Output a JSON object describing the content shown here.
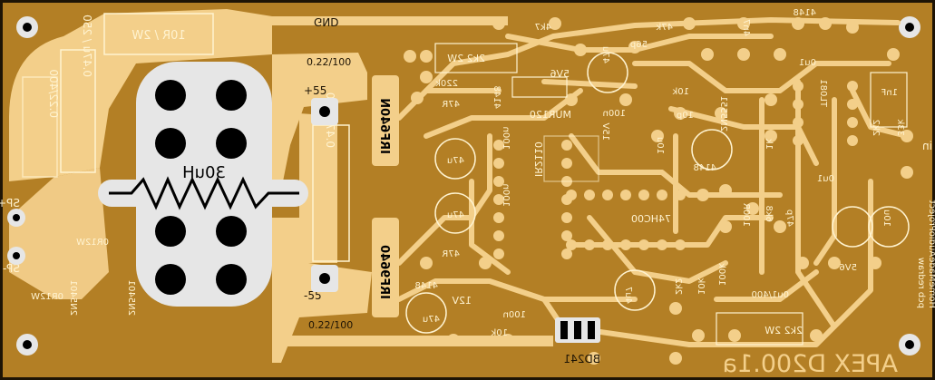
{
  "board": {
    "colors": {
      "substrate": "#b37f25",
      "trace": "#f3cf8a",
      "pad": "#ffffff",
      "hole": "#000000",
      "silk": "#fff3d0",
      "edge": "#1e1405"
    },
    "title": "APEX D200.1a",
    "credit": [
      "pcb redraw",
      "HomeMadeAudioProject"
    ],
    "silkscreen": {
      "resistor_top_left": "10R / 2W",
      "gnd": "GND",
      "cap_left_vertical": "0.22/400",
      "cap_left_vertical_2": "0.47u / 250",
      "inductor": "30uH",
      "cap_center_vertical": "0.47 / 250",
      "cap_top_center": "0.22/100",
      "cap_bottom_center": "0.22/100",
      "plus55": "+55",
      "minus55": "-55",
      "irf_top": "IRF640N",
      "irf_bottom": "IRF9640",
      "sp_plus": "SP+",
      "sp_minus": "SP-",
      "r_0r12_a": "0R12W",
      "r_0r12_b": "0R12W",
      "q_bottom_a": "2N5401",
      "q_bottom_b": "2N5401",
      "r_2k2_top": "2k2 2W",
      "r_220k": "220k",
      "r_4k7": "4k7",
      "r_47k": "47k",
      "d_4148_top": "4148",
      "c_56p": "56p",
      "z_5v6": "5V6",
      "c_47u_a": "47u",
      "r_10k": "10k",
      "r_47r_a": "47R",
      "d_4148_mid": "4148",
      "mur120": "MUR120",
      "c_100n_a": "100n",
      "c_100n_b": "100n",
      "c_100n_c": "100n",
      "c_47u_b": "47u",
      "c_47u_c": "47u",
      "c_47u_d": "47u",
      "ir2110": "IR2110",
      "c_10u": "10u",
      "z_15v": "15V",
      "c_10p": "10p",
      "ic_74hc00": "74HC00",
      "d_4148_low": "4148",
      "r_47r_b": "47R",
      "z_12v": "12V",
      "r_10k_b": "10k",
      "bd241": "BD241",
      "r_2k2_bottom": "2k2 2W",
      "c_0u1_400": "0u1/400",
      "z_5v6_b": "5V6",
      "q_2n5551": "2N5551",
      "r_1k": "1k",
      "c_0u1": "0u1",
      "c_4n7": "4n7",
      "c_1nf": "1nF",
      "tl081": "TL081",
      "r_2k2": "2k2",
      "r_33k": "33k",
      "in": "in",
      "r_6k8": "6k8",
      "c_10u_b": "10u",
      "c_47p": "47p",
      "r_2k2_c": "2k2",
      "r_10k_c": "10k",
      "r_100k": "100k",
      "c_0u1_b": "0u1",
      "r_100r": "100R",
      "c_4u7": "4u7"
    }
  }
}
